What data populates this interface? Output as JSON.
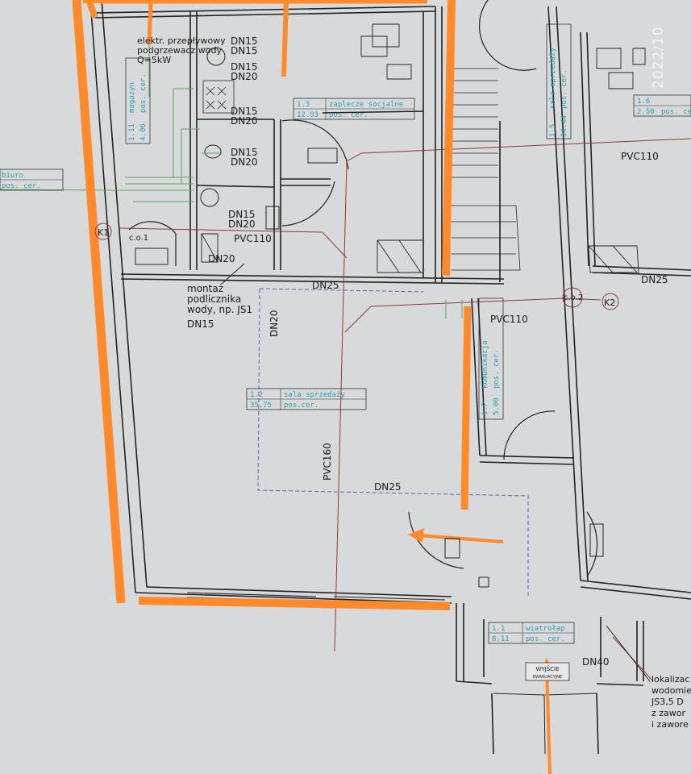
{
  "watermark": "2022/10",
  "pipes": {
    "dn15": "DN15",
    "dn20": "DN20",
    "dn25": "DN25",
    "dn40": "DN40",
    "pvc110": "PVC110",
    "pvc160": "PVC160"
  },
  "heater_note": [
    "elektr. przepływowy",
    "podgrzewacz wody",
    "Q=5kW"
  ],
  "meter_note": [
    "montaż",
    "podlicznika",
    "wody, np. JS1",
    "DN15"
  ],
  "main_meter_note": [
    "lokalizac",
    "wodomie",
    "JS3,5 D",
    "z zawor",
    "i zawore"
  ],
  "markers": {
    "k1": "K1",
    "k2": "K2",
    "co1": "c.o.1",
    "co2": "c.o.2"
  },
  "rooms": {
    "kitchen": {
      "num": "1.3",
      "area": "12.93",
      "name": "zaplecze socjalne",
      "floor": "pos. cer."
    },
    "hall": {
      "num": "1.2",
      "area": "35.75",
      "name": "sala sprzedaży",
      "floor": "pos.cer."
    },
    "comm": {
      "num": "1.P",
      "area": "5.00",
      "name": "komunikacja",
      "floor": "pos. cer."
    },
    "vest": {
      "num": "1.1",
      "area": "8.11",
      "name": "wiatrołap",
      "floor": "pos. cer."
    },
    "left": {
      "num": "1.11",
      "area": "4.06",
      "name": "magazyn",
      "floor": "pos. cer."
    },
    "right1": {
      "num": "1.5",
      "area": "14.44",
      "name": "sala sprzedaży",
      "floor": "pos. cer."
    },
    "right2": {
      "num": "1.6",
      "area": "2.50",
      "name": "",
      "floor": "pos. cer."
    },
    "outer": {
      "name": "biuro",
      "floor": "pos. cer."
    }
  },
  "exit_sign": [
    "WYJŚCIE",
    "EWAKUACYJNE"
  ]
}
